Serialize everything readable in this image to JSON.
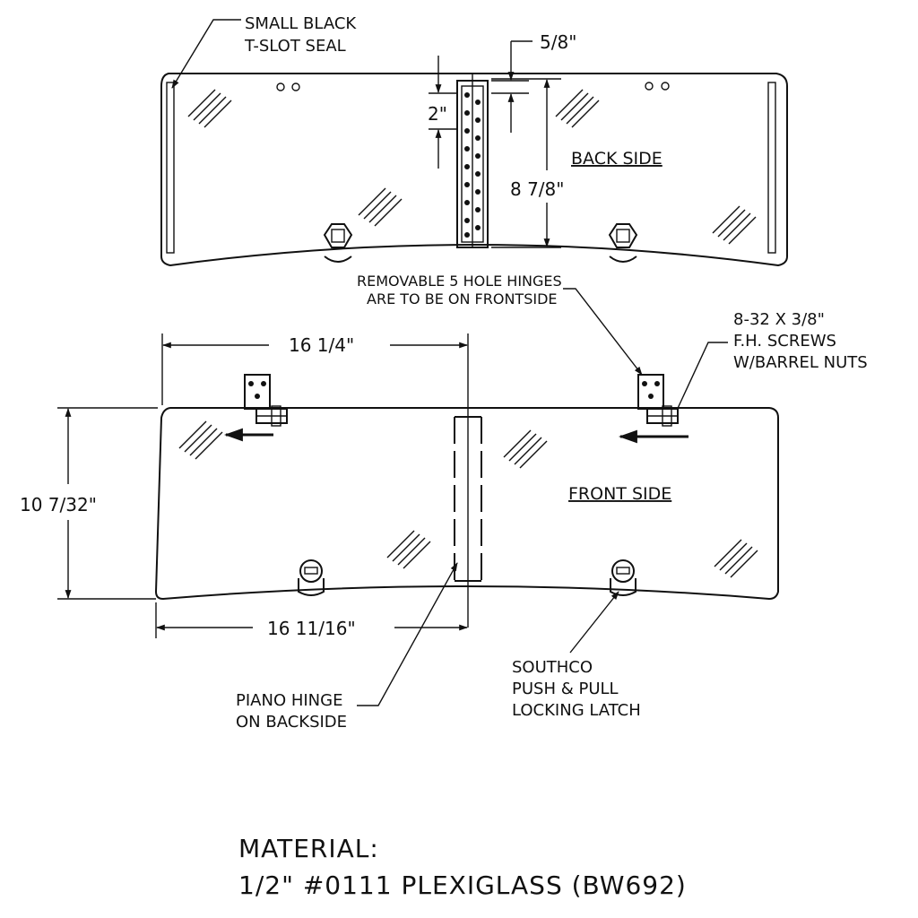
{
  "labels": {
    "tslot_l1": "SMALL BLACK",
    "tslot_l2": "T-SLOT SEAL",
    "dim_5_8": "5/8\"",
    "dim_2": "2\"",
    "dim_8_7_8": "8 7/8\"",
    "back_side": "BACK SIDE",
    "hinges_l1": "REMOVABLE 5 HOLE HINGES",
    "hinges_l2": "ARE TO BE ON FRONTSIDE",
    "screws_l1": "8-32 X 3/8\"",
    "screws_l2": "F.H. SCREWS",
    "screws_l3": "W/BARREL NUTS",
    "dim_16_1_4": "16 1/4\"",
    "dim_10_7_32": "10 7/32\"",
    "front_side": "FRONT SIDE",
    "dim_16_11_16": "16 11/16\"",
    "southco_l1": "SOUTHCO",
    "southco_l2": "PUSH & PULL",
    "southco_l3": "LOCKING LATCH",
    "piano_l1": "PIANO HINGE",
    "piano_l2": "ON BACKSIDE",
    "material_l1": "MATERIAL:",
    "material_l2": "1/2\" #0111 PLEXIGLASS (BW692)"
  }
}
